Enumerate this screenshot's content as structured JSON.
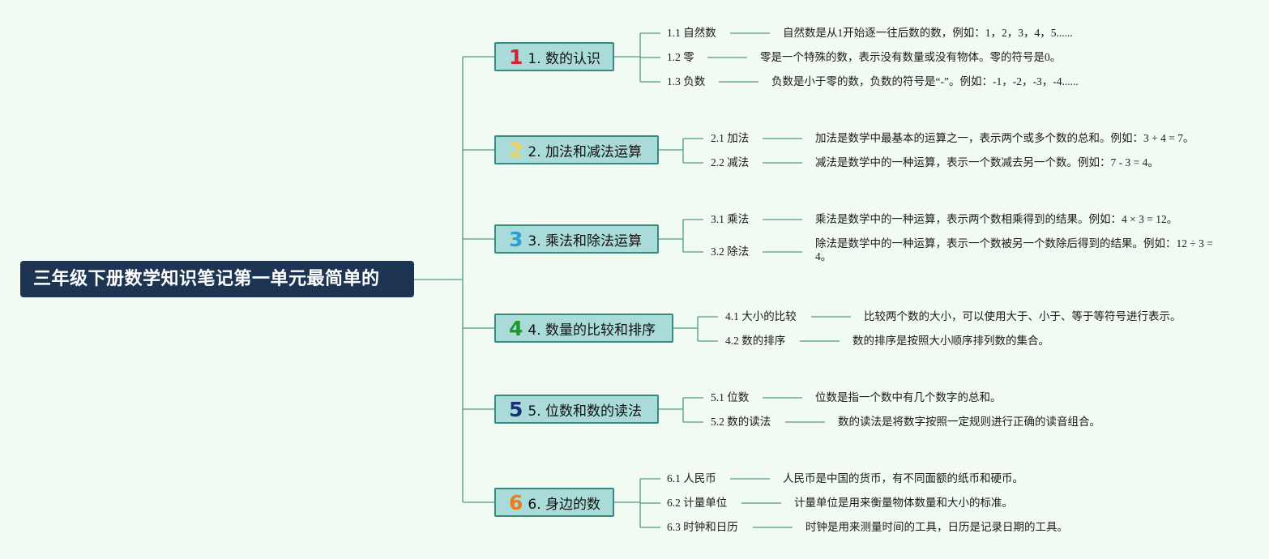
{
  "root": {
    "title": "三年级下册数学知识笔记第一单元最简单的"
  },
  "colors": {
    "background": "#f2fbf2",
    "root_fill": "#1d3553",
    "branch_fill": "#a9dcd8",
    "branch_border": "#3b8a80",
    "connector": "#4f9a8e",
    "num1": "#d6213a",
    "num2": "#f0d060",
    "num3": "#2aa0d8",
    "num4": "#1f9a2a",
    "num5": "#1b2f7a",
    "num6": "#f07a1e"
  },
  "branches": [
    {
      "num": "1",
      "num_icon": "number-one-icon",
      "label": "1. 数的认识",
      "children": [
        {
          "label": "1.1 自然数",
          "desc": "自然数是从1开始逐一往后数的数，例如：1，2，3，4，5......"
        },
        {
          "label": "1.2 零",
          "desc": "零是一个特殊的数，表示没有数量或没有物体。零的符号是0。"
        },
        {
          "label": "1.3 负数",
          "desc": "负数是小于零的数，负数的符号是“-”。例如：-1，-2，-3，-4......"
        }
      ]
    },
    {
      "num": "2",
      "num_icon": "number-two-icon",
      "label": "2. 加法和减法运算",
      "children": [
        {
          "label": "2.1 加法",
          "desc": "加法是数学中最基本的运算之一，表示两个或多个数的总和。例如：3 + 4 = 7。"
        },
        {
          "label": "2.2 减法",
          "desc": "减法是数学中的一种运算，表示一个数减去另一个数。例如：7 - 3 = 4。"
        }
      ]
    },
    {
      "num": "3",
      "num_icon": "number-three-icon",
      "label": "3. 乘法和除法运算",
      "children": [
        {
          "label": "3.1 乘法",
          "desc": "乘法是数学中的一种运算，表示两个数相乘得到的结果。例如：4 × 3 = 12。"
        },
        {
          "label": "3.2 除法",
          "desc": "除法是数学中的一种运算，表示一个数被另一个数除后得到的结果。例如：12 ÷ 3 = 4。"
        }
      ]
    },
    {
      "num": "4",
      "num_icon": "number-four-icon",
      "label": "4. 数量的比较和排序",
      "children": [
        {
          "label": "4.1 大小的比较",
          "desc": "比较两个数的大小，可以使用大于、小于、等于等符号进行表示。"
        },
        {
          "label": "4.2 数的排序",
          "desc": "数的排序是按照大小顺序排列数的集合。"
        }
      ]
    },
    {
      "num": "5",
      "num_icon": "number-five-icon",
      "label": "5. 位数和数的读法",
      "children": [
        {
          "label": "5.1 位数",
          "desc": "位数是指一个数中有几个数字的总和。"
        },
        {
          "label": "5.2 数的读法",
          "desc": "数的读法是将数字按照一定规则进行正确的读音组合。"
        }
      ]
    },
    {
      "num": "6",
      "num_icon": "number-six-icon",
      "label": "6. 身边的数",
      "children": [
        {
          "label": "6.1 人民币",
          "desc": "人民币是中国的货币，有不同面额的纸币和硬币。"
        },
        {
          "label": "6.2 计量单位",
          "desc": "计量单位是用来衡量物体数量和大小的标准。"
        },
        {
          "label": "6.3 时钟和日历",
          "desc": "时钟是用来测量时间的工具，日历是记录日期的工具。"
        }
      ]
    }
  ]
}
